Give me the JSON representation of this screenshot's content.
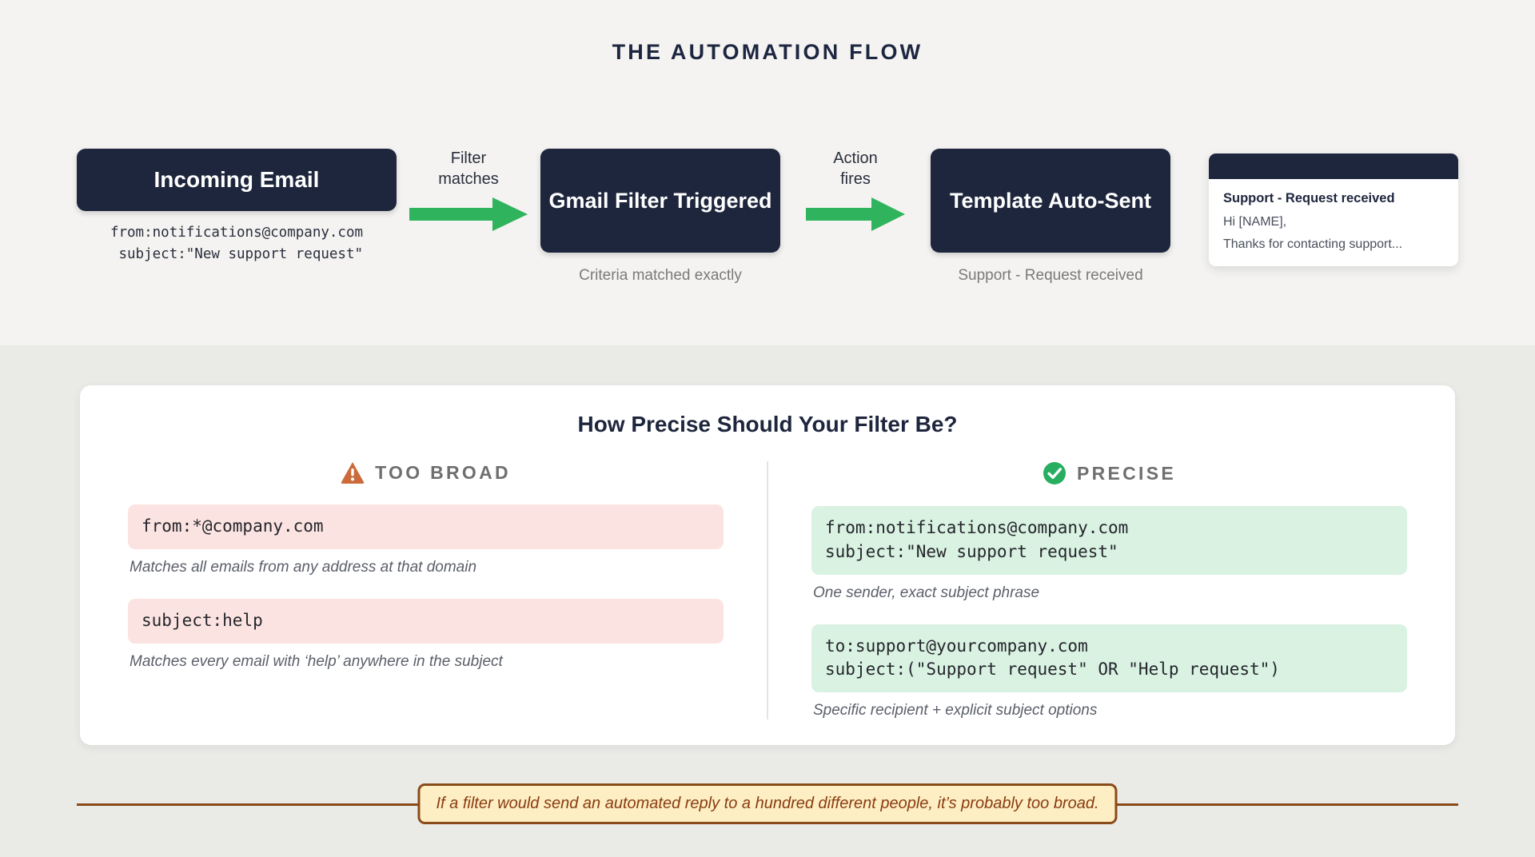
{
  "flow": {
    "title": "THE AUTOMATION FLOW",
    "stages": [
      {
        "id": "incoming-email",
        "label": "Incoming Email",
        "code": "from:notifications@company.com\n subject:\"New support request\""
      },
      {
        "id": "gmail-filter-triggered",
        "label": "Gmail Filter\nTriggered",
        "caption": "Criteria matched exactly"
      },
      {
        "id": "template-auto-sent",
        "label": "Template\nAuto-Sent",
        "caption": "Support - Request received"
      }
    ],
    "arrows": [
      {
        "id": "filter-matches",
        "label": "Filter\nmatches"
      },
      {
        "id": "action-fires",
        "label": "Action\nfires"
      }
    ],
    "arrow_color": "#2fb45d"
  },
  "email_preview": {
    "subject": "Support - Request received",
    "greeting": "Hi [NAME],",
    "body": "Thanks for contacting support..."
  },
  "panel": {
    "title": "How Precise Should Your Filter Be?",
    "columns": [
      {
        "id": "too-broad",
        "heading": "TOO BROAD",
        "icon": "warning-triangle-icon",
        "icon_color": "#cb6b3c",
        "chip_color": "#fbe3e1",
        "examples": [
          {
            "code": "from:*@company.com",
            "note": "Matches all emails from any address at that domain"
          },
          {
            "code": "subject:help",
            "note": "Matches every email with ‘help’ anywhere in the subject"
          }
        ]
      },
      {
        "id": "precise",
        "heading": "PRECISE",
        "icon": "check-circle-icon",
        "icon_color": "#27ae60",
        "chip_color": "#d9f2e2",
        "examples": [
          {
            "code": "from:notifications@company.com\nsubject:\"New support request\"",
            "note": "One sender, exact subject phrase"
          },
          {
            "code": "to:support@yourcompany.com\nsubject:(\"Support request\" OR \"Help request\")",
            "note": "Specific recipient + explicit subject options"
          }
        ]
      }
    ]
  },
  "callout": {
    "text": "If a filter would send an automated reply to a hundred different people, it’s probably too broad.",
    "border_color": "#8a4b18",
    "background_color": "#fdeec4",
    "text_color": "#8a3c10"
  },
  "theme": {
    "dark_navy": "#1e263d",
    "band_top": "#f4f3f1",
    "band_bottom": "#eaeae7"
  }
}
